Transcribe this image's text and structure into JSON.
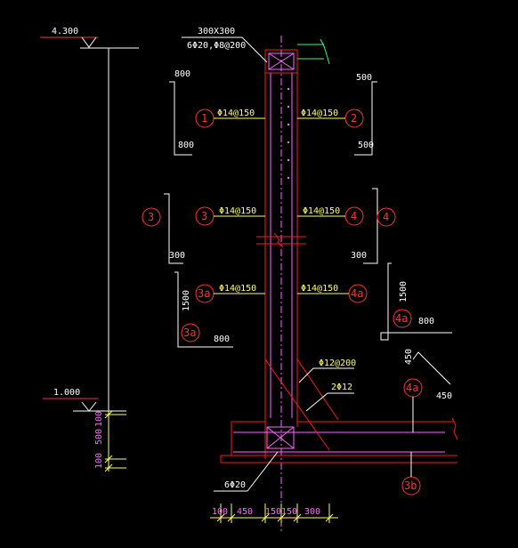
{
  "elevations": {
    "top": "4.300",
    "mid": "1.000"
  },
  "column": {
    "size": "300X300",
    "reinf": "6Φ20,Φ8@200"
  },
  "bars": {
    "b1": "Φ14@150",
    "b2": "Φ14@150",
    "b3": "Φ14@150",
    "b4": "Φ14@150",
    "b3a": "Φ14@150",
    "b4a": "Φ14@150",
    "b12": "Φ12@200",
    "b2phi12": "2Φ12",
    "b6phi20": "6Φ20"
  },
  "marks": {
    "m1": "1",
    "m2": "2",
    "m3": "3",
    "m3s": "3",
    "m4": "4",
    "m4s": "4",
    "m3a": "3a",
    "m3as": "3a",
    "m4a": "4a",
    "m4as": "4a",
    "m4a2": "4a",
    "m3b": "3b"
  },
  "shape_dims": {
    "s1_top": "800",
    "s1_bot": "800",
    "s2_top": "500",
    "s2_bot": "500",
    "s3_bot": "300",
    "s4_bot": "300",
    "s3a_side": "1500",
    "s3a_bot": "800",
    "s4a_side": "1500",
    "s4a_bot": "800",
    "hook_a": "450",
    "hook_b": "450"
  },
  "left_dims": {
    "d1": "100",
    "d2": "500",
    "d3": "100"
  },
  "bottom_dims": {
    "d1": "100",
    "d2": "450",
    "d3": "150",
    "d4": "150",
    "d5": "300"
  },
  "colors": {
    "line": "#ff1a1a",
    "text": "#ffffff",
    "bar": "#ffff66",
    "dim": "#ff66ff",
    "mark": "#ff3333"
  }
}
